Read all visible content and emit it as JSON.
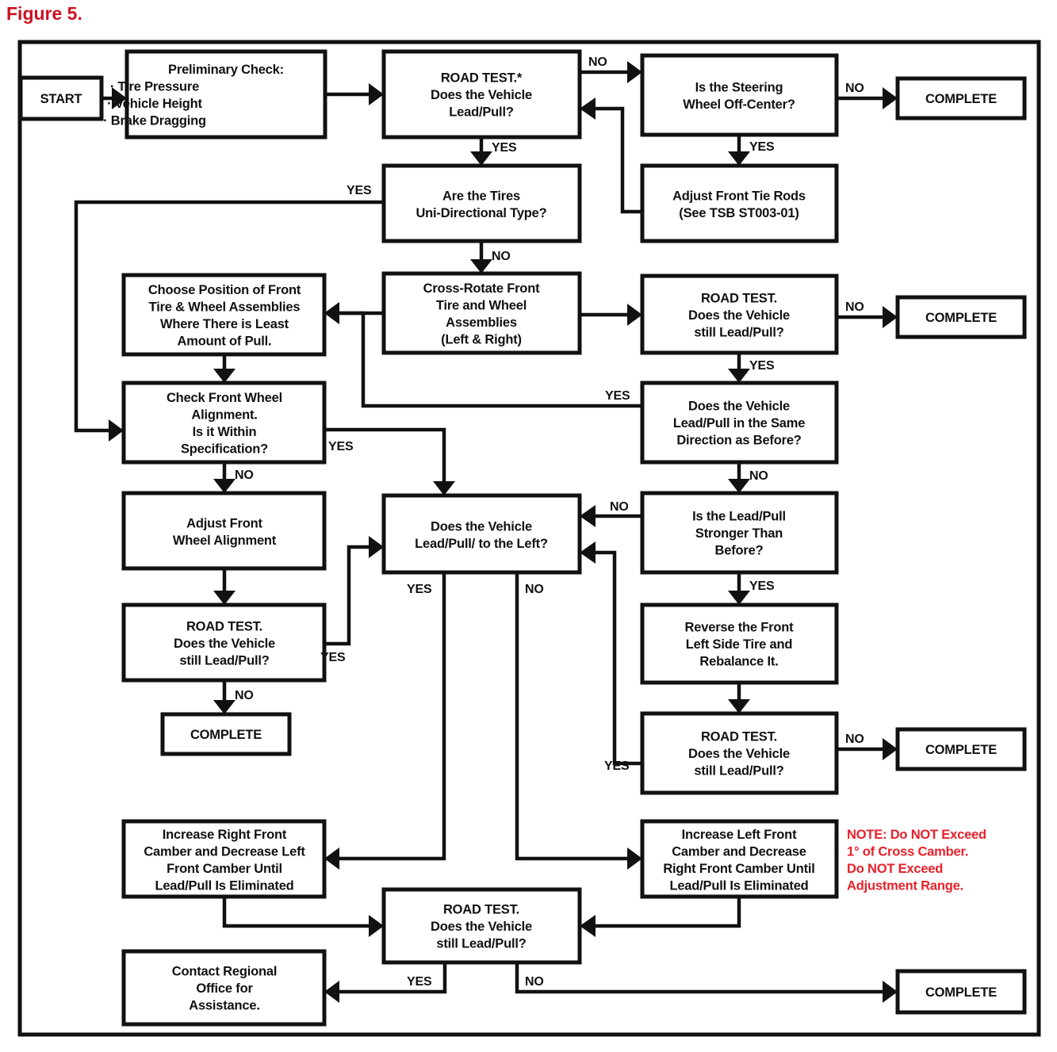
{
  "figure": {
    "title": "Figure 5."
  },
  "nodes": {
    "start": {
      "lines": [
        "START"
      ]
    },
    "prelim": {
      "lines": [
        "Preliminary Check:",
        "· Tire Pressure",
        "· Vehicle Height",
        "· Brake Dragging"
      ]
    },
    "roadtest1": {
      "lines": [
        "ROAD TEST.*",
        "Does the Vehicle",
        "Lead/Pull?"
      ]
    },
    "steering": {
      "lines": [
        "Is the Steering",
        "Wheel Off-Center?"
      ]
    },
    "complete1": {
      "lines": [
        "COMPLETE"
      ]
    },
    "tierods": {
      "lines": [
        "Adjust Front Tie Rods",
        "(See TSB ST003-01)"
      ]
    },
    "unidir": {
      "lines": [
        "Are the Tires",
        "Uni-Directional Type?"
      ]
    },
    "choosepos": {
      "lines": [
        "Choose Position of Front",
        "Tire & Wheel Assemblies",
        "Where There is Least",
        "Amount of Pull."
      ]
    },
    "crossrotate": {
      "lines": [
        "Cross-Rotate Front",
        "Tire and Wheel",
        "Assemblies",
        "(Left & Right)"
      ]
    },
    "roadtest2": {
      "lines": [
        "ROAD TEST.",
        "Does the Vehicle",
        "still Lead/Pull?"
      ]
    },
    "complete2": {
      "lines": [
        "COMPLETE"
      ]
    },
    "checkalign": {
      "lines": [
        "Check Front Wheel",
        "Alignment.",
        "Is it Within",
        "Specification?"
      ]
    },
    "samedir": {
      "lines": [
        "Does the Vehicle",
        "Lead/Pull in the Same",
        "Direction as Before?"
      ]
    },
    "adjustalign": {
      "lines": [
        "Adjust Front",
        "Wheel Alignment"
      ]
    },
    "leftpull": {
      "lines": [
        "Does the Vehicle",
        "Lead/Pull/ to the Left?"
      ]
    },
    "stronger": {
      "lines": [
        "Is the Lead/Pull",
        "Stronger Than",
        "Before?"
      ]
    },
    "roadtest3": {
      "lines": [
        "ROAD TEST.",
        "Does the Vehicle",
        "still Lead/Pull?"
      ]
    },
    "complete3": {
      "lines": [
        "COMPLETE"
      ]
    },
    "reversetire": {
      "lines": [
        "Reverse the Front",
        "Left Side Tire and",
        "Rebalance It."
      ]
    },
    "roadtest4": {
      "lines": [
        "ROAD TEST.",
        "Does the Vehicle",
        "still Lead/Pull?"
      ]
    },
    "complete4": {
      "lines": [
        "COMPLETE"
      ]
    },
    "incright": {
      "lines": [
        "Increase Right Front",
        "Camber and Decrease Left",
        "Front Camber Until",
        "Lead/Pull Is Eliminated"
      ]
    },
    "incleft": {
      "lines": [
        "Increase Left Front",
        "Camber and Decrease",
        "Right Front Camber Until",
        "Lead/Pull Is Eliminated"
      ]
    },
    "roadtest5": {
      "lines": [
        "ROAD TEST.",
        "Does the Vehicle",
        "still Lead/Pull?"
      ]
    },
    "contact": {
      "lines": [
        "Contact Regional",
        "Office for",
        "Assistance."
      ]
    },
    "complete5": {
      "lines": [
        "COMPLETE"
      ]
    }
  },
  "edge_labels": {
    "rt1_no": "NO",
    "rt1_yes": "YES",
    "steer_no": "NO",
    "steer_yes": "YES",
    "unidir_yes": "YES",
    "unidir_no": "NO",
    "rt2_no": "NO",
    "rt2_yes": "YES",
    "samedir_yes": "YES",
    "samedir_no": "NO",
    "check_no": "NO",
    "check_yes": "YES",
    "stronger_no": "NO",
    "stronger_yes": "YES",
    "rt3_no": "NO",
    "rt3_yes": "YES",
    "rt4_no": "NO",
    "rt4_yes": "YES",
    "leftpull_yes": "YES",
    "leftpull_no": "NO",
    "rt5_yes": "YES",
    "rt5_no": "NO"
  },
  "note": {
    "lines": [
      "NOTE: Do NOT Exceed",
      "1° of Cross Camber.",
      "Do NOT Exceed",
      "Adjustment Range."
    ],
    "color": "#e8202a"
  },
  "colors": {
    "ink": "#111111",
    "paper": "#ffffff",
    "accent": "#cc1122"
  }
}
